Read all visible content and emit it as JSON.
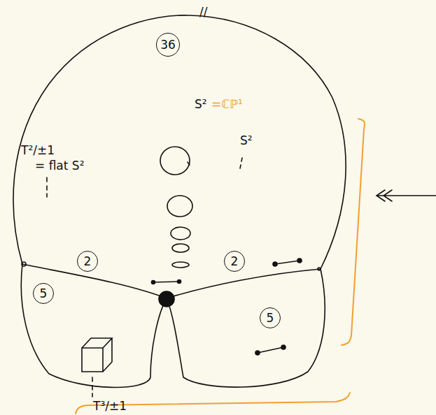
{
  "diagram": {
    "nodes": [
      {
        "text": [
          "36"
        ]
      },
      {
        "text": [
          "2"
        ]
      },
      {
        "text": [
          "2"
        ]
      },
      {
        "text": [
          "5"
        ]
      },
      {
        "text": [
          "5"
        ]
      }
    ],
    "labels": [
      "//",
      "S²",
      "=ℂℙ¹",
      "S²",
      "T²/±1",
      "= flat S²",
      "T³/±1"
    ]
  }
}
